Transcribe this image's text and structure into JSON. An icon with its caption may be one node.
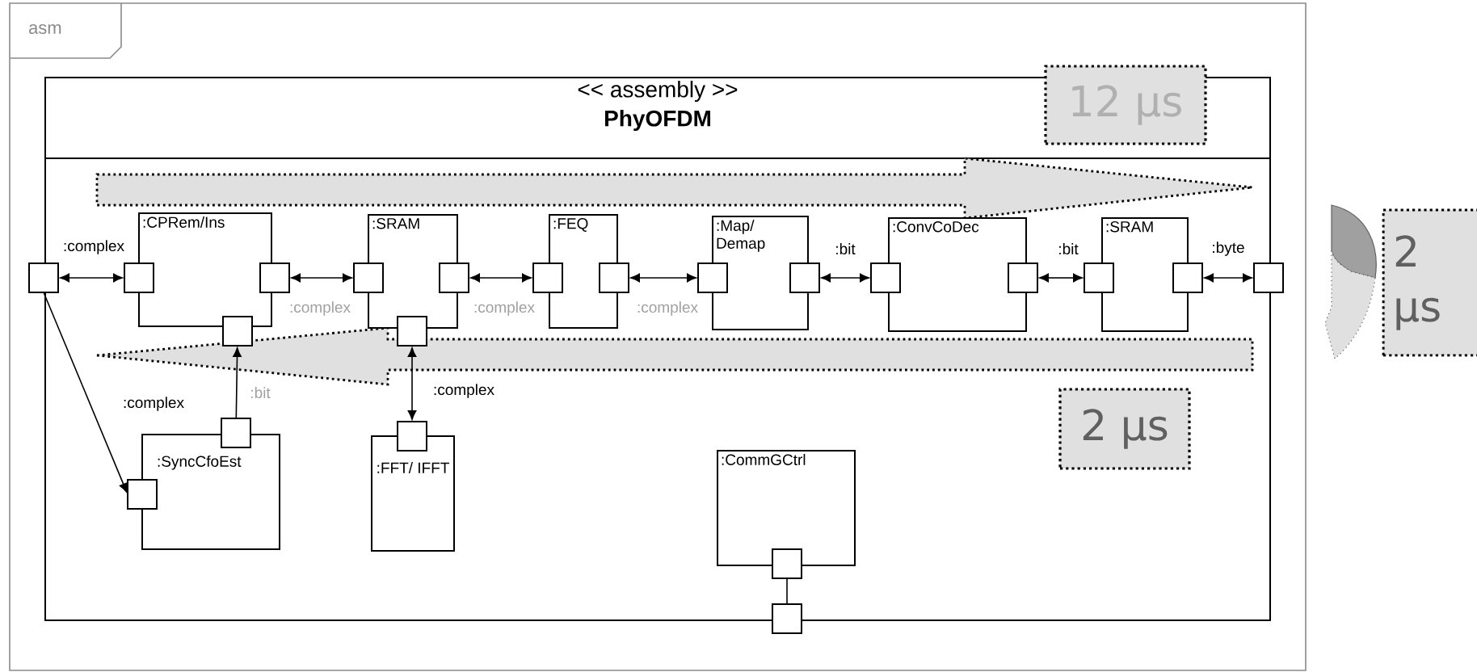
{
  "diagram": {
    "nodes": [
      {
        "text": [
          "asm"
        ]
      },
      {
        "text": [
          "<< assembly >>",
          "PhyOFDM"
        ],
        "in": 0
      },
      {
        "text": [
          "12 μs"
        ],
        "in": 0
      },
      {
        "text": [],
        "shape": "box",
        "in": 0
      },
      {
        "text": [
          ":CPRem/Ins"
        ],
        "in": 1
      },
      {
        "text": [],
        "shape": "box",
        "in": 1
      },
      {
        "text": [],
        "shape": "box",
        "in": 1
      },
      {
        "text": [],
        "shape": "box",
        "in": 1
      },
      {
        "text": [
          ":SRAM"
        ],
        "in": 1
      },
      {
        "text": [],
        "shape": "box",
        "in": 1
      },
      {
        "text": [],
        "shape": "box",
        "in": 1
      },
      {
        "text": [],
        "shape": "box",
        "in": 1
      },
      {
        "text": [
          ":FEQ"
        ],
        "in": 1
      },
      {
        "text": [],
        "shape": "box",
        "in": 1
      },
      {
        "text": [],
        "shape": "box",
        "in": 1
      },
      {
        "text": [
          ":Map/ Demap"
        ],
        "in": 1
      },
      {
        "text": [],
        "shape": "box",
        "in": 1
      },
      {
        "text": [],
        "shape": "box",
        "in": 1
      },
      {
        "text": [
          ":ConvCoDec"
        ],
        "in": 1
      },
      {
        "text": [],
        "shape": "box",
        "in": 1
      },
      {
        "text": [],
        "shape": "box",
        "in": 1
      },
      {
        "text": [
          ":SRAM"
        ],
        "in": 1
      },
      {
        "text": [],
        "shape": "box",
        "in": 1
      },
      {
        "text": [],
        "shape": "box",
        "in": 1
      },
      {
        "text": [],
        "shape": "box",
        "in": 0
      },
      {
        "text": [
          ":SyncCfoEst"
        ],
        "in": 1
      },
      {
        "text": [],
        "shape": "box",
        "in": 1
      },
      {
        "text": [],
        "shape": "box",
        "in": 1
      },
      {
        "text": [
          ":FFT/ IFFT"
        ],
        "in": 1
      },
      {
        "text": [],
        "shape": "box",
        "in": 1
      },
      {
        "text": [
          "2 μs"
        ],
        "in": 1
      },
      {
        "text": [
          ":CommGCtrl"
        ],
        "in": 1
      },
      {
        "text": [],
        "shape": "box",
        "in": 1
      },
      {
        "text": [],
        "shape": "box",
        "in": 0
      },
      {
        "text": [
          "2 μs"
        ]
      }
    ],
    "edges": [
      {
        "from": 3,
        "to": 5,
        "arrow": "both",
        "label": ":complex"
      },
      {
        "from": 6,
        "to": 9,
        "arrow": "both",
        "label": ":complex"
      },
      {
        "from": 10,
        "to": 13,
        "arrow": "both",
        "label": ":complex"
      },
      {
        "from": 14,
        "to": 16,
        "arrow": "both",
        "label": ":complex"
      },
      {
        "from": 17,
        "to": 19,
        "arrow": "both",
        "label": ":bit"
      },
      {
        "from": 20,
        "to": 22,
        "arrow": "both",
        "label": ":bit"
      },
      {
        "from": 23,
        "to": 24,
        "arrow": "both",
        "label": ":byte"
      },
      {
        "from": 3,
        "to": 27,
        "arrow": "to",
        "label": ":complex"
      },
      {
        "from": 26,
        "to": 7,
        "arrow": "to",
        "label": ":bit"
      },
      {
        "from": 11,
        "to": 29,
        "arrow": "both",
        "label": ":complex"
      },
      {
        "from": 32,
        "to": 33,
        "arrow": "none"
      }
    ]
  }
}
